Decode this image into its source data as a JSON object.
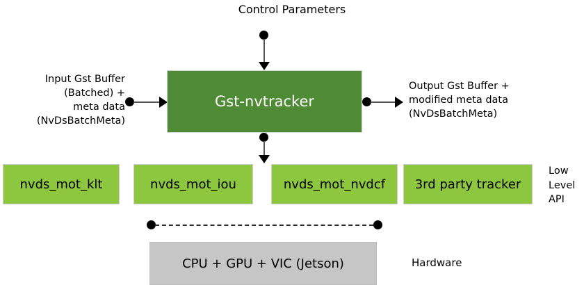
{
  "diagram": {
    "title_label": "Control Parameters",
    "main_block": {
      "label": "Gst-nvtracker",
      "fill_color": "#4F8A35",
      "text_color": "#FFFFFF"
    },
    "input_label": "Input Gst Buffer\n(Batched) +\nmeta data\n(NvDsBatchMeta)",
    "output_label": "Output Gst Buffer +\nmodified meta data\n(NvDsBatchMeta)",
    "low_level_api_label": "Low\nLevel\nAPI",
    "hardware_label": "Hardware",
    "low_level_boxes": [
      {
        "label": "nvds_mot_klt",
        "fill_color": "#8DC63F"
      },
      {
        "label": "nvds_mot_iou",
        "fill_color": "#8DC63F"
      },
      {
        "label": "nvds_mot_nvdcf",
        "fill_color": "#8DC63F"
      },
      {
        "label": "3rd party tracker",
        "fill_color": "#8DC63F"
      }
    ],
    "hardware_box": {
      "label": "CPU + GPU + VIC (Jetson)",
      "fill_color": "#C6C6C6"
    },
    "colors": {
      "dark_green": "#4F8A35",
      "light_green": "#8DC63F",
      "gray": "#C6C6C6",
      "connector": "#000000",
      "background": "#FFFFFF"
    }
  }
}
